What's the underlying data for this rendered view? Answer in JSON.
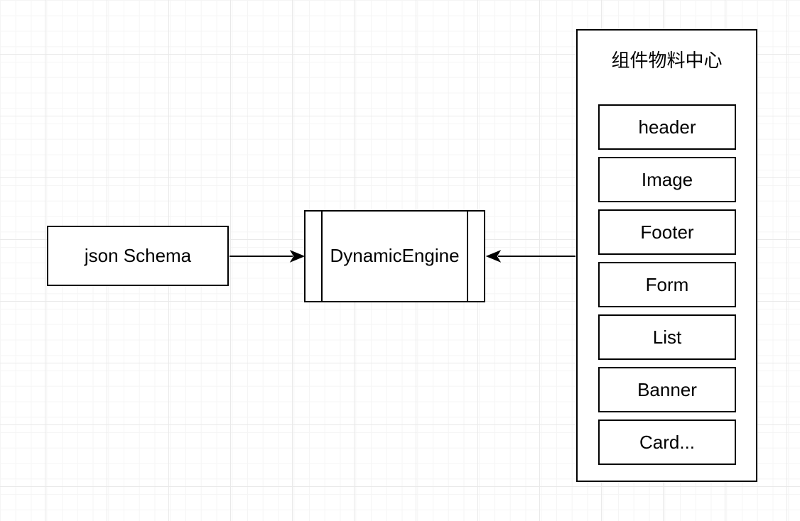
{
  "canvas": {
    "background_color": "#ffffff",
    "grid_minor_color": "#f5f5f5",
    "grid_major_color": "#e9e9e9"
  },
  "style": {
    "stroke_color": "#000000",
    "fill_color": "#ffffff",
    "text_color": "#000000"
  },
  "nodes": {
    "json_schema": {
      "label": "json Schema",
      "shape": "rectangle"
    },
    "dynamic_engine": {
      "label": "DynamicEngine",
      "shape": "process"
    },
    "material_center": {
      "title": "组件物料中心",
      "shape": "container",
      "components": [
        "header",
        "Image",
        "Footer",
        "Form",
        "List",
        "Banner",
        "Card..."
      ]
    }
  },
  "edges": [
    {
      "from": "json_schema",
      "to": "dynamic_engine",
      "arrowhead": "at-dynamic_engine-left"
    },
    {
      "from": "material_center",
      "to": "dynamic_engine",
      "arrowhead": "at-dynamic_engine-right"
    }
  ]
}
